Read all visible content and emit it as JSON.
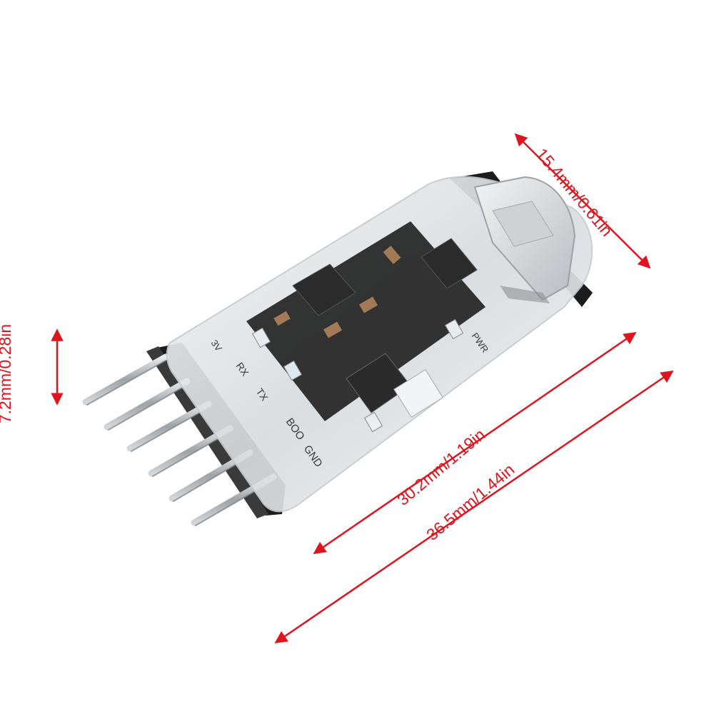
{
  "dimensions": {
    "height": "7.2mm/0.28in",
    "width": "15.4mm/0.61in",
    "board_length": "30.2mm/1.19in",
    "total_length": "36.5mm/1.44in"
  },
  "board_silkscreen": {
    "pwr": "PWR",
    "rx": "RX",
    "tx": "TX",
    "boot": "BOO",
    "gnd": "GND",
    "v3": "3V"
  },
  "colors": {
    "dimension_red": "#e0141e",
    "pcb_black": "#1b1b1b",
    "case_clear": "#e6e8ea",
    "pin_metal": "#b9bdc0"
  },
  "device": "usb-adapter-module-photo"
}
